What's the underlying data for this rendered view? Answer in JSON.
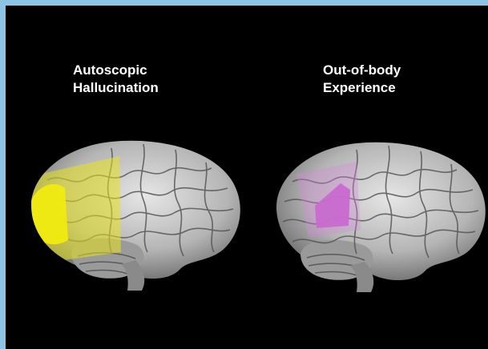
{
  "figure": {
    "left": {
      "label_line1": "Autoscopic",
      "label_line2": "Hallucination",
      "highlight_color": "#e8e21e"
    },
    "right": {
      "label_line1": "Out-of-body",
      "label_line2": "Experience",
      "highlight_color": "#c86ad0"
    }
  },
  "colors": {
    "frame": "#8fc3e4",
    "background": "#000000",
    "brain_surface": "#c9c9c9"
  }
}
